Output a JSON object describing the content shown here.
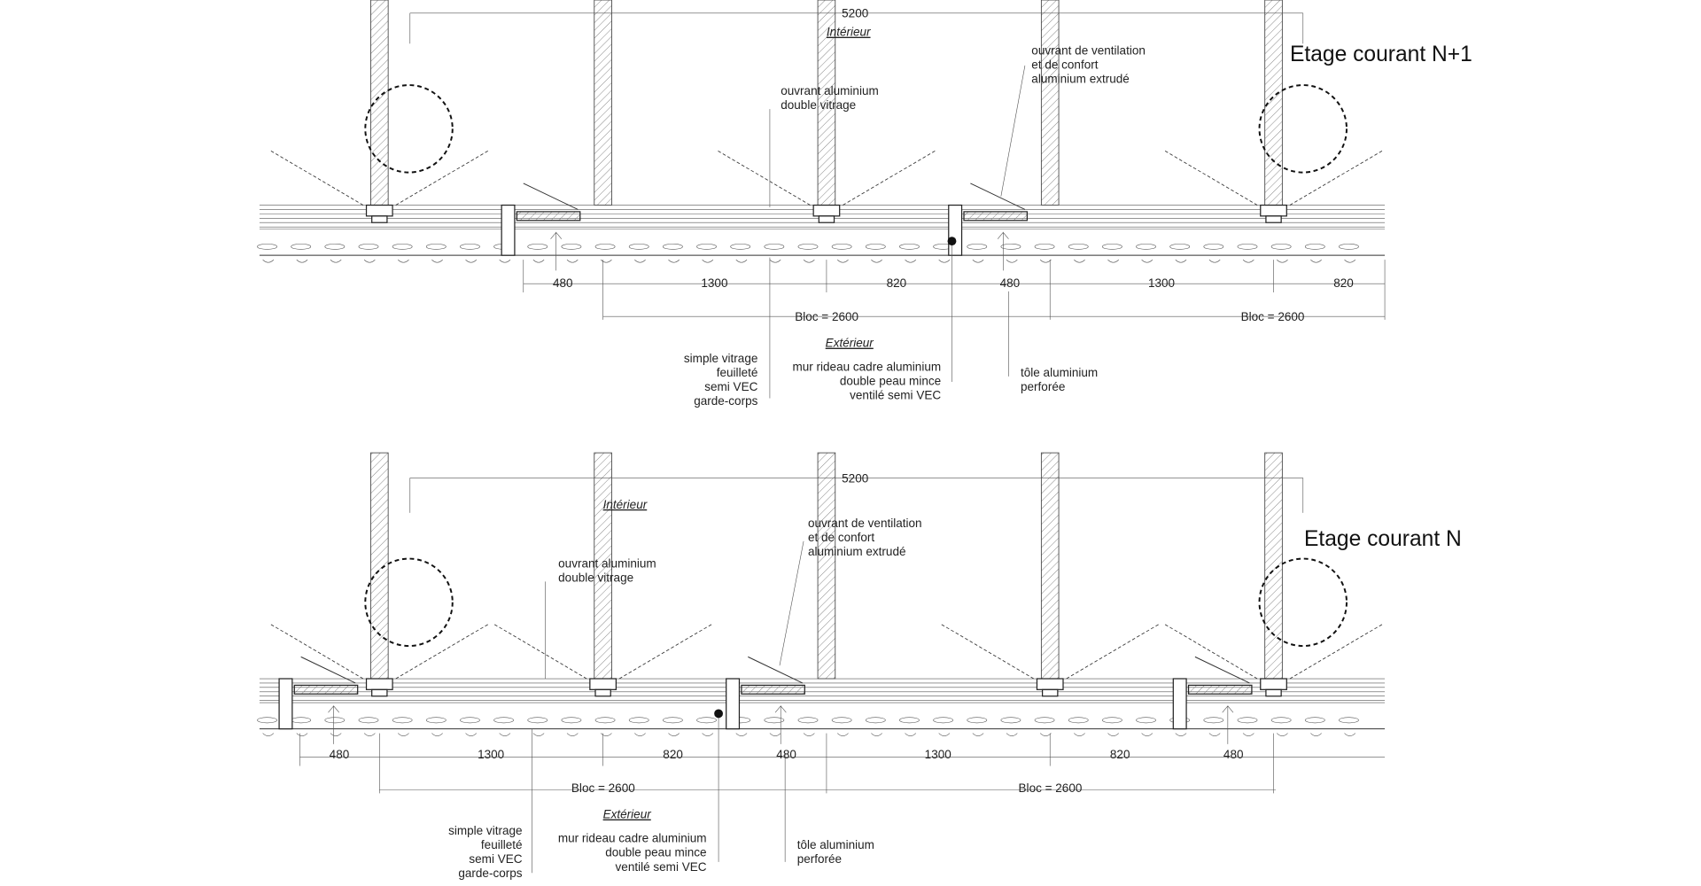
{
  "top": {
    "title": "Etage courant N+1",
    "interieur": "Intérieur",
    "exterieur": "Extérieur",
    "overall_dim": "5200",
    "dims": [
      "480",
      "1300",
      "820",
      "480",
      "1300",
      "820"
    ],
    "blocs": [
      "Bloc = 2600",
      "Bloc = 2600"
    ],
    "ouvrant_alu": [
      "ouvrant aluminium",
      "double vitrage"
    ],
    "ouvrant_vent": [
      "ouvrant de ventilation",
      "et de confort",
      "aluminium extrudé"
    ],
    "simple_vitrage": [
      "simple vitrage",
      "feuilleté",
      "semi VEC",
      "garde-corps"
    ],
    "mur_rideau": [
      "mur rideau cadre aluminium",
      "double peau mince",
      "ventilé semi VEC"
    ],
    "tole": [
      "tôle aluminium",
      "perforée"
    ]
  },
  "bottom": {
    "title": "Etage courant N",
    "interieur": "Intérieur",
    "exterieur": "Extérieur",
    "overall_dim": "5200",
    "dims": [
      "480",
      "1300",
      "820",
      "480",
      "1300",
      "820",
      "480"
    ],
    "blocs": [
      "Bloc = 2600",
      "Bloc = 2600"
    ],
    "ouvrant_alu": [
      "ouvrant aluminium",
      "double vitrage"
    ],
    "ouvrant_vent": [
      "ouvrant de ventilation",
      "et de confort",
      "aluminium extrudé"
    ],
    "simple_vitrage": [
      "simple vitrage",
      "feuilleté",
      "semi VEC",
      "garde-corps"
    ],
    "mur_rideau": [
      "mur rideau cadre aluminium",
      "double peau mince",
      "ventilé semi VEC"
    ],
    "tole": [
      "tôle aluminium",
      "perforée"
    ]
  }
}
